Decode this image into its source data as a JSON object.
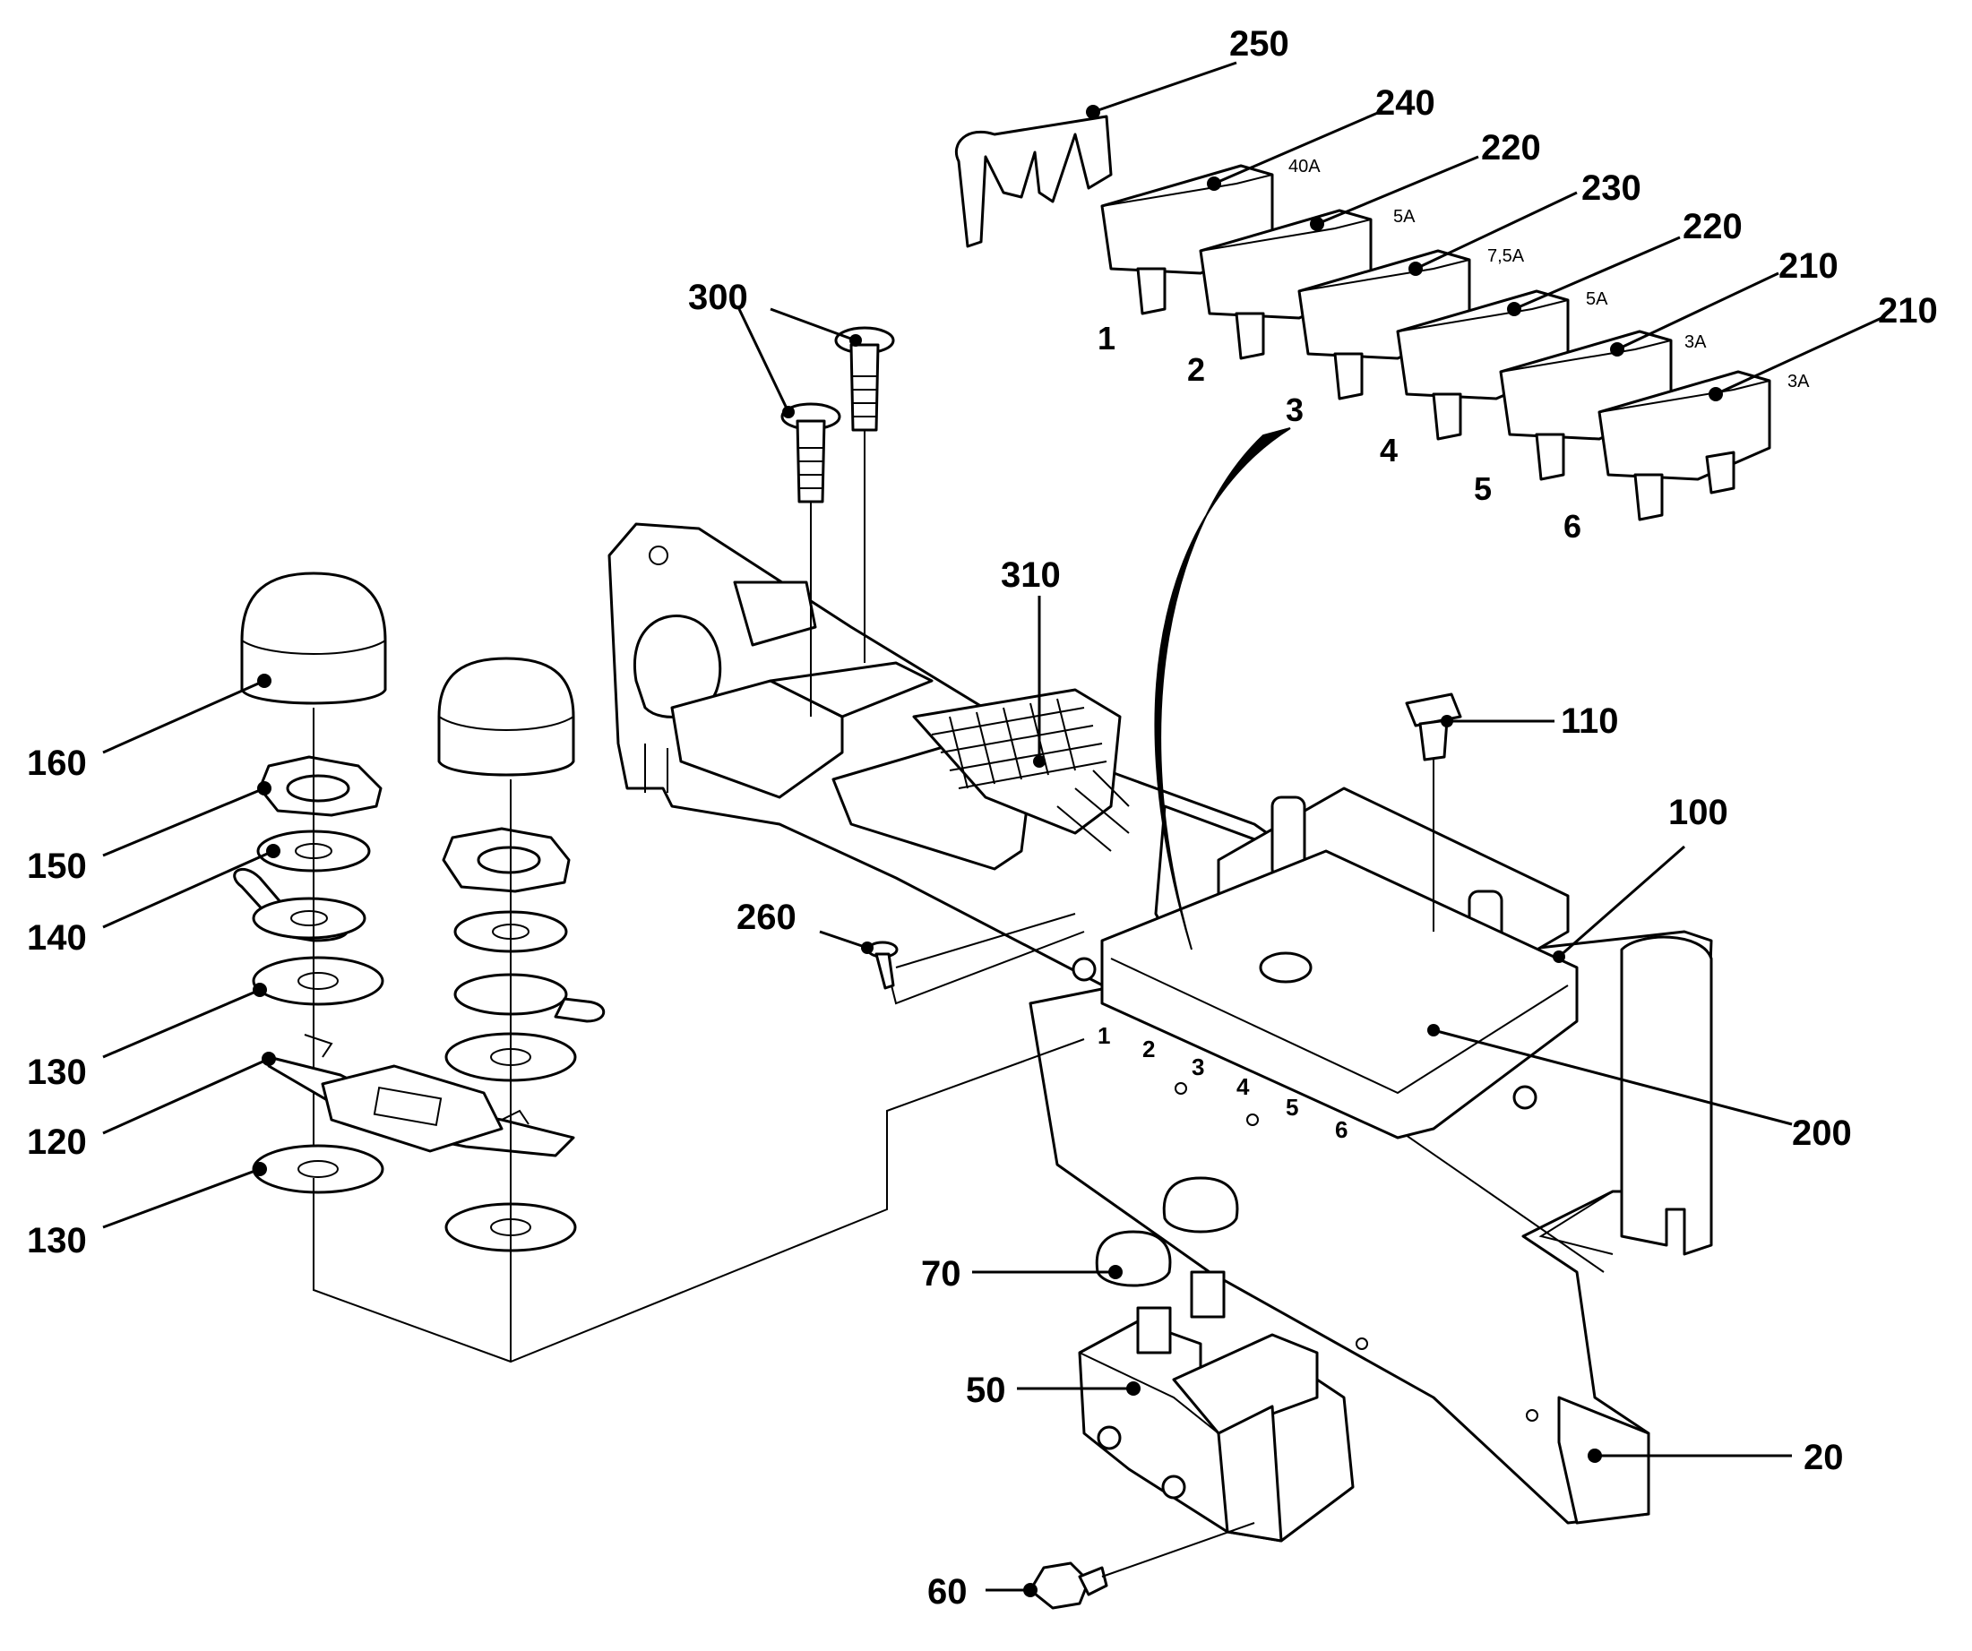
{
  "callouts": [
    {
      "id": "250",
      "label": "250"
    },
    {
      "id": "240",
      "label": "240"
    },
    {
      "id": "220a",
      "label": "220"
    },
    {
      "id": "230",
      "label": "230"
    },
    {
      "id": "220b",
      "label": "220"
    },
    {
      "id": "210a",
      "label": "210"
    },
    {
      "id": "210b",
      "label": "210"
    },
    {
      "id": "300",
      "label": "300"
    },
    {
      "id": "310",
      "label": "310"
    },
    {
      "id": "110",
      "label": "110"
    },
    {
      "id": "100",
      "label": "100"
    },
    {
      "id": "160",
      "label": "160"
    },
    {
      "id": "150",
      "label": "150"
    },
    {
      "id": "140",
      "label": "140"
    },
    {
      "id": "130a",
      "label": "130"
    },
    {
      "id": "120",
      "label": "120"
    },
    {
      "id": "130b",
      "label": "130"
    },
    {
      "id": "260",
      "label": "260"
    },
    {
      "id": "200",
      "label": "200"
    },
    {
      "id": "70",
      "label": "70"
    },
    {
      "id": "50",
      "label": "50"
    },
    {
      "id": "20",
      "label": "20"
    },
    {
      "id": "60",
      "label": "60"
    }
  ],
  "fuses": [
    {
      "slot": "1",
      "rating": "40A"
    },
    {
      "slot": "2",
      "rating": "5A"
    },
    {
      "slot": "3",
      "rating": "7,5A"
    },
    {
      "slot": "4",
      "rating": "5A"
    },
    {
      "slot": "5",
      "rating": "3A"
    },
    {
      "slot": "6",
      "rating": "3A"
    }
  ],
  "base_slots": [
    "1",
    "2",
    "3",
    "4",
    "5",
    "6"
  ]
}
